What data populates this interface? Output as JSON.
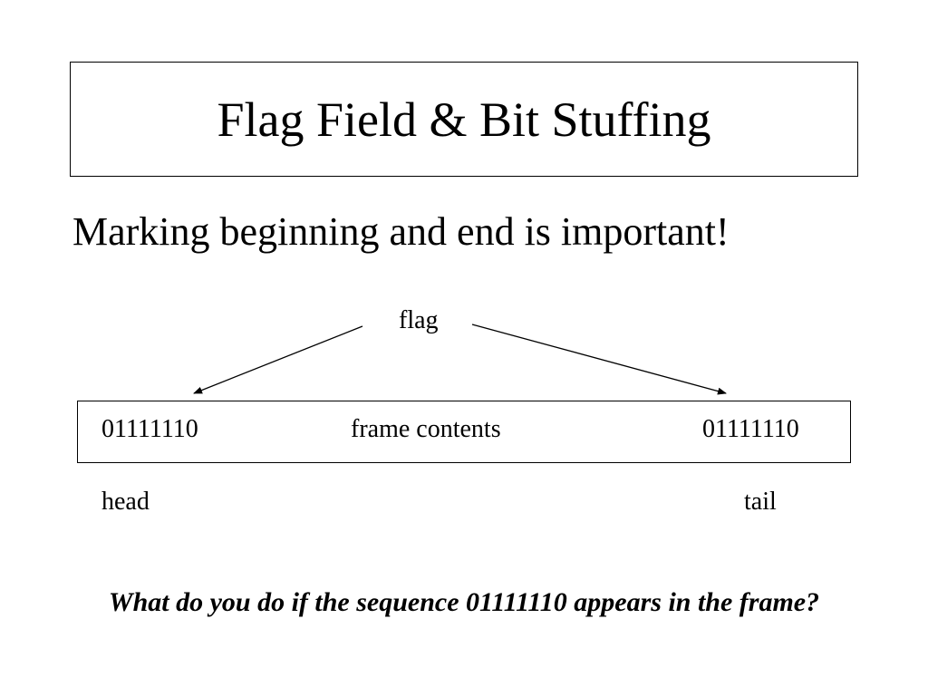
{
  "title": "Flag Field & Bit Stuffing",
  "subtitle": "Marking beginning and end is important!",
  "diagram": {
    "flag_label": "flag",
    "frame": {
      "head_bits": "01111110",
      "contents": "frame contents",
      "tail_bits": "01111110"
    },
    "head_label": "head",
    "tail_label": "tail"
  },
  "question": "What do you do if the sequence 01111110 appears in the frame?"
}
